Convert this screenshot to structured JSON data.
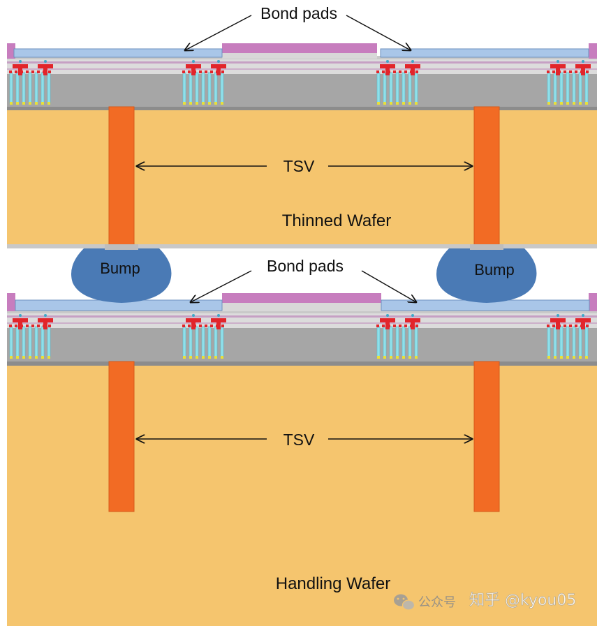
{
  "labels": {
    "top_bond_pads": "Bond pads",
    "top_tsv": "TSV",
    "thinned_wafer": "Thinned Wafer",
    "bump_left": "Bump",
    "bump_right": "Bump",
    "bottom_bond_pads": "Bond pads",
    "bottom_tsv": "TSV",
    "handling_wafer": "Handling Wafer"
  },
  "watermark": {
    "left_text": "公众号",
    "right_text": "知乎 @kyou05",
    "icon": "wechat-icon"
  },
  "colors": {
    "silicon": "#F5C56E",
    "tsv_copper": "#F26B24",
    "bump": "#4A7AB5",
    "bond_pad": "#A9C6E8",
    "passivation": "#C77DBE",
    "device_gray": "#A6A6A6",
    "metal_red": "#E2252B",
    "via_cyan": "#8FE0EA"
  }
}
